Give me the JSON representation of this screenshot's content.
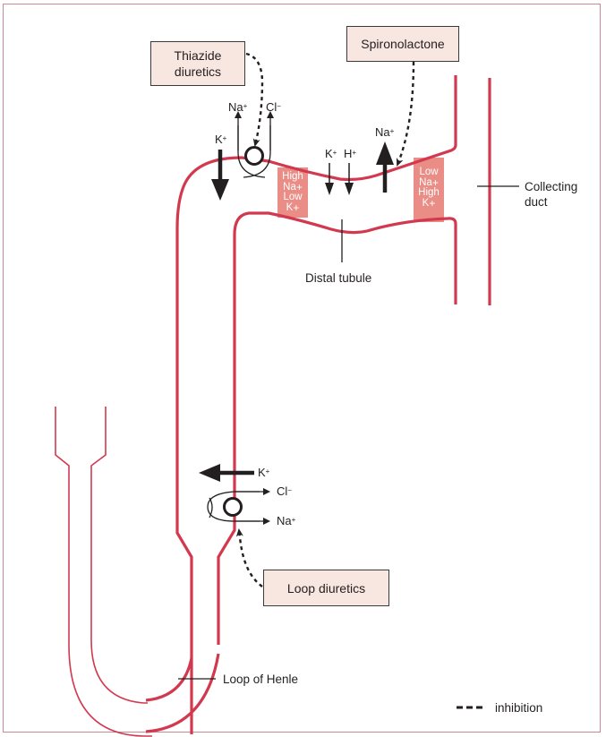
{
  "colors": {
    "tubule": "#d2394f",
    "gradient_fill": "#e98d86",
    "drug_box_fill": "#f8e6e1",
    "text": "#231f20",
    "frame": "#c98a96"
  },
  "drugs": {
    "thiazide": {
      "line1": "Thiazide",
      "line2": "diuretics"
    },
    "spironolactone": {
      "label": "Spironolactone"
    },
    "loop": {
      "label": "Loop diuretics"
    }
  },
  "structures": {
    "collecting_duct": {
      "line1": "Collecting",
      "line2": "duct"
    },
    "distal_tubule": "Distal tubule",
    "loop_of_henle": "Loop of Henle"
  },
  "ions": {
    "distal_na": {
      "base": "Na",
      "charge": "+"
    },
    "distal_cl": {
      "base": "Cl",
      "charge": "−"
    },
    "distal_k_in": {
      "base": "K",
      "charge": "+"
    },
    "secreted_k": {
      "base": "K",
      "charge": "+"
    },
    "secreted_h": {
      "base": "H",
      "charge": "+"
    },
    "reabsorbed_na": {
      "base": "Na",
      "charge": "+"
    },
    "loop_k": {
      "base": "K",
      "charge": "+"
    },
    "loop_cl": {
      "base": "Cl",
      "charge": "−"
    },
    "loop_na": {
      "base": "Na",
      "charge": "+"
    }
  },
  "gradients": {
    "left": {
      "l1": "High",
      "l2": "Na",
      "l2_charge": "+",
      "l3": "Low",
      "l4": "K",
      "l4_charge": "+"
    },
    "right": {
      "l1": "Low",
      "l2": "Na",
      "l2_charge": "+",
      "l3": "High",
      "l4": "K",
      "l4_charge": "+"
    }
  },
  "legend": {
    "label": "inhibition",
    "icon": "dashed-line"
  }
}
